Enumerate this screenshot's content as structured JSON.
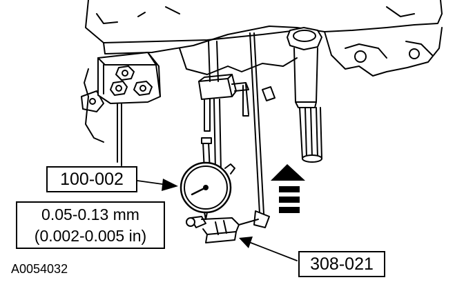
{
  "figure": {
    "id": "A0054032"
  },
  "callouts": {
    "tool_a": "100-002",
    "spec_mm": "0.05-0.13 mm",
    "spec_in": "(0.002-0.005 in)",
    "tool_b": "308-021"
  },
  "colors": {
    "line": "#000000",
    "background": "#ffffff"
  }
}
